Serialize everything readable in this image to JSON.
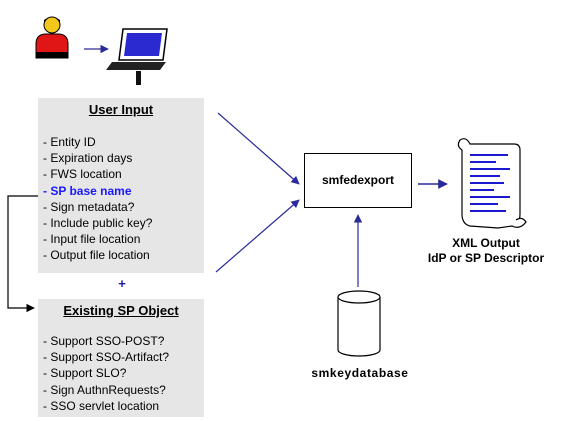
{
  "colors": {
    "arrow": "#2a2a9a",
    "highlight": "#1a1aff",
    "box_fill": "#e6e6e6",
    "xml_lines": "#1a1ad0"
  },
  "icons": {
    "user": "user-icon",
    "computer": "laptop-icon",
    "output": "xml-scroll-icon",
    "database": "database-cylinder-icon"
  },
  "user_input": {
    "title": "User Input",
    "items": [
      "- Entity ID",
      "- Expiration days",
      "- FWS location",
      "- SP base name",
      "- Sign metadata?",
      "- Include public key?",
      "- Input file location",
      "- Output file location"
    ],
    "highlighted_index": 3
  },
  "plus": "+",
  "sp_object": {
    "title": "Existing SP Object",
    "items": [
      "- Support SSO-POST?",
      "- Support SSO-Artifact?",
      "- Support SLO?",
      "- Sign AuthnRequests?",
      "- SSO servlet location"
    ]
  },
  "process": {
    "label": "smfedexport"
  },
  "output": {
    "title": "XML Output",
    "subtitle": "IdP or SP Descriptor"
  },
  "database": {
    "label": "smkeydatabase"
  }
}
